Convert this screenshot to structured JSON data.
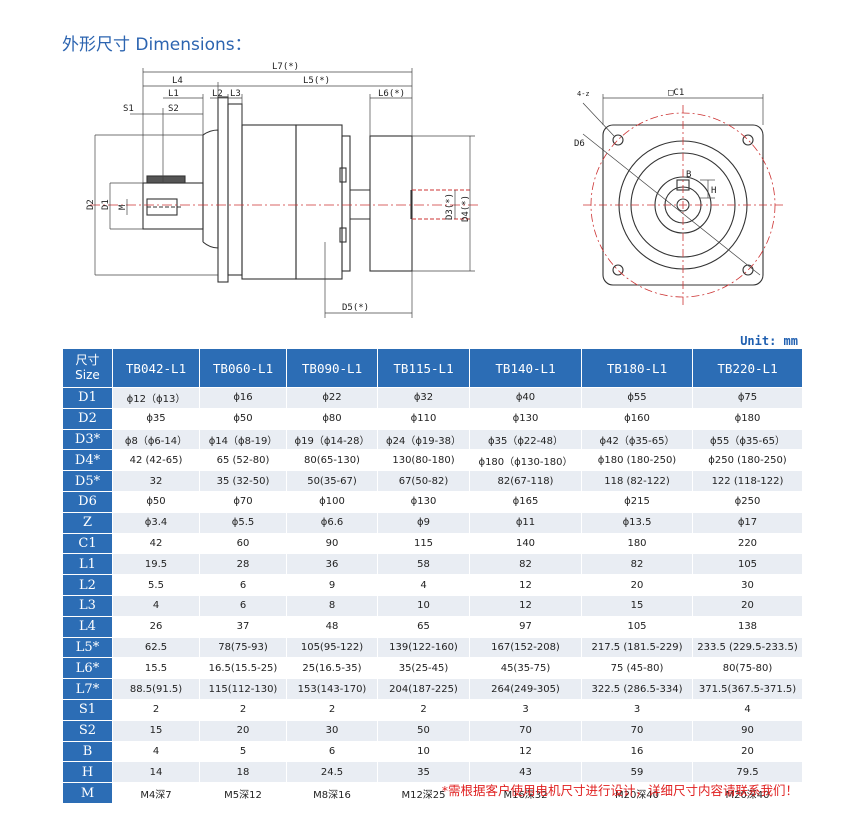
{
  "title": "外形尺寸 Dimensions：",
  "drawing_labels": {
    "L7": "L7(*)",
    "L4": "L4",
    "L5": "L5(*)",
    "L1": "L1",
    "L2": "L2",
    "L3": "L3",
    "L6": "L6(*)",
    "S1": "S1",
    "S2": "S2",
    "D2": "D2",
    "D1": "D1",
    "M": "M",
    "D3": "D3(*)",
    "D4": "D4(*)",
    "D5": "D5(*)",
    "C1": "□C1",
    "Z": "4-z",
    "D6": "D6",
    "B": "B",
    "H": "H"
  },
  "unit": "Unit: mm",
  "table": {
    "corner_top": "尺寸",
    "corner_bottom": "Size",
    "models": [
      "TB042-L1",
      "TB060-L1",
      "TB090-L1",
      "TB115-L1",
      "TB140-L1",
      "TB180-L1",
      "TB220-L1"
    ],
    "rows": [
      {
        "label": "D1",
        "values": [
          "ɸ12（ɸ13）",
          "ɸ16",
          "ɸ22",
          "ɸ32",
          "ɸ40",
          "ɸ55",
          "ɸ75"
        ]
      },
      {
        "label": "D2",
        "values": [
          "ɸ35",
          "ɸ50",
          "ɸ80",
          "ɸ110",
          "ɸ130",
          "ɸ160",
          "ɸ180"
        ]
      },
      {
        "label": "D3*",
        "values": [
          "ɸ8（ɸ6-14）",
          "ɸ14（ɸ8-19）",
          "ɸ19（ɸ14-28）",
          "ɸ24（ɸ19-38）",
          "ɸ35（ɸ22-48）",
          "ɸ42（ɸ35-65）",
          "ɸ55（ɸ35-65）"
        ]
      },
      {
        "label": "D4*",
        "values": [
          "42 (42-65)",
          "65 (52-80)",
          "80(65-130)",
          "130(80-180)",
          "ɸ180（ɸ130-180）",
          "ɸ180 (180-250)",
          "ɸ250 (180-250)"
        ]
      },
      {
        "label": "D5*",
        "values": [
          "32",
          "35 (32-50)",
          "50(35-67)",
          "67(50-82)",
          "82(67-118)",
          "118 (82-122)",
          "122 (118-122)"
        ]
      },
      {
        "label": "D6",
        "values": [
          "ɸ50",
          "ɸ70",
          "ɸ100",
          "ɸ130",
          "ɸ165",
          "ɸ215",
          "ɸ250"
        ]
      },
      {
        "label": "Z",
        "values": [
          "ɸ3.4",
          "ɸ5.5",
          "ɸ6.6",
          "ɸ9",
          "ɸ11",
          "ɸ13.5",
          "ɸ17"
        ]
      },
      {
        "label": "C1",
        "values": [
          "42",
          "60",
          "90",
          "115",
          "140",
          "180",
          "220"
        ]
      },
      {
        "label": "L1",
        "values": [
          "19.5",
          "28",
          "36",
          "58",
          "82",
          "82",
          "105"
        ]
      },
      {
        "label": "L2",
        "values": [
          "5.5",
          "6",
          "9",
          "4",
          "12",
          "20",
          "30"
        ]
      },
      {
        "label": "L3",
        "values": [
          "4",
          "6",
          "8",
          "10",
          "12",
          "15",
          "20"
        ]
      },
      {
        "label": "L4",
        "values": [
          "26",
          "37",
          "48",
          "65",
          "97",
          "105",
          "138"
        ]
      },
      {
        "label": "L5*",
        "values": [
          "62.5",
          "78(75-93)",
          "105(95-122)",
          "139(122-160)",
          "167(152-208)",
          "217.5 (181.5-229)",
          "233.5 (229.5-233.5)"
        ]
      },
      {
        "label": "L6*",
        "values": [
          "15.5",
          "16.5(15.5-25)",
          "25(16.5-35)",
          "35(25-45)",
          "45(35-75)",
          "75 (45-80)",
          "80(75-80)"
        ]
      },
      {
        "label": "L7*",
        "values": [
          "88.5(91.5)",
          "115(112-130)",
          "153(143-170)",
          "204(187-225)",
          "264(249-305)",
          "322.5 (286.5-334)",
          "371.5(367.5-371.5)"
        ]
      },
      {
        "label": "S1",
        "values": [
          "2",
          "2",
          "2",
          "2",
          "3",
          "3",
          "4"
        ]
      },
      {
        "label": "S2",
        "values": [
          "15",
          "20",
          "30",
          "50",
          "70",
          "70",
          "90"
        ]
      },
      {
        "label": "B",
        "values": [
          "4",
          "5",
          "6",
          "10",
          "12",
          "16",
          "20"
        ]
      },
      {
        "label": "H",
        "values": [
          "14",
          "18",
          "24.5",
          "35",
          "43",
          "59",
          "79.5"
        ]
      },
      {
        "label": "M",
        "values": [
          "M4深7",
          "M5深12",
          "M8深16",
          "M12深25",
          "M16深32",
          "M20深40",
          "M20深40"
        ]
      }
    ]
  },
  "footnote": "*需根据客户使用电机尺寸进行设计，详细尺寸内容请联系我们！"
}
